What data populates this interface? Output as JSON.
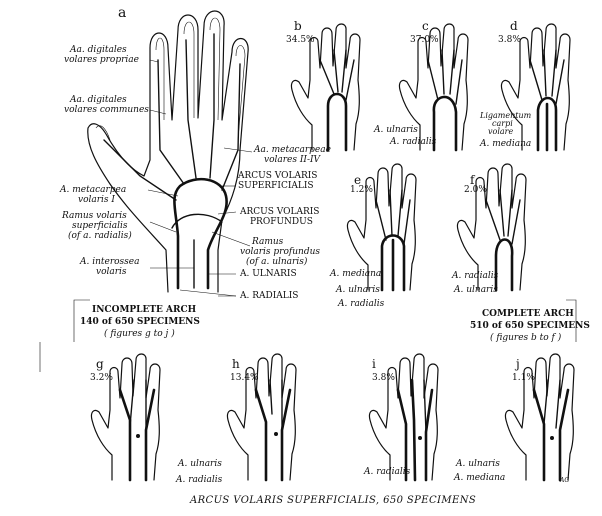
{
  "figure": {
    "caption": "ARCUS VOLARIS SUPERFICIALIS, 650 SPECIMENS",
    "signature": "AG"
  },
  "panel_a": {
    "letter": "a",
    "labels": {
      "digitales_propriae_1": "Aa. digitales",
      "digitales_propriae_2": "volares propriae",
      "digitales_communes_1": "Aa. digitales",
      "digitales_communes_2": "volares communes",
      "metacarpeae_1": "Aa. metacarpeae",
      "metacarpeae_2": "volares II-IV",
      "arcus_superficialis_1": "ARCUS VOLARIS",
      "arcus_superficialis_2": "SUPERFICIALIS",
      "metacarpea_1": "A. metacarpea",
      "metacarpea_2": "volaris I",
      "arcus_profundus_1": "ARCUS VOLARIS",
      "arcus_profundus_2": "PROFUNDUS",
      "ramus_sup_1": "Ramus volaris",
      "ramus_sup_2": "superficialis",
      "ramus_sup_3": "(of a. radialis)",
      "ramus_prof_1": "Ramus",
      "ramus_prof_2": "volaris profundus",
      "ramus_prof_3": "(of a. ulnaris)",
      "interossea_1": "A. interossea",
      "interossea_2": "volaris",
      "ulnaris": "A. ULNARIS",
      "radialis": "A. RADIALIS"
    }
  },
  "panels": {
    "b": {
      "letter": "b",
      "percent": "34.5%",
      "labels": [
        "A. ulnaris",
        "A. radialis"
      ]
    },
    "c": {
      "letter": "c",
      "percent": "37.0%"
    },
    "d": {
      "letter": "d",
      "percent": "3.8%",
      "labels": [
        "Ligamentum",
        "carpi",
        "volare",
        "A. mediana"
      ]
    },
    "e": {
      "letter": "e",
      "percent": "1.2%",
      "labels": [
        "A. mediana",
        "A. ulnaris",
        "A. radialis"
      ]
    },
    "f": {
      "letter": "f",
      "percent": "2.0%",
      "labels": [
        "A. radialis",
        "A. ulnaris"
      ]
    },
    "g": {
      "letter": "g",
      "percent": "3.2%",
      "labels": [
        "A. ulnaris",
        "A. radialis"
      ]
    },
    "h": {
      "letter": "h",
      "percent": "13.4%"
    },
    "i": {
      "letter": "i",
      "percent": "3.8%",
      "labels": [
        "A. ulnaris",
        "A. radialis",
        "A. mediana"
      ]
    },
    "j": {
      "letter": "j",
      "percent": "1.1%"
    }
  },
  "groups": {
    "incomplete": {
      "title": "INCOMPLETE ARCH",
      "count": "140 of 650 SPECIMENS",
      "note": "( figures g to j )"
    },
    "complete": {
      "title": "COMPLETE ARCH",
      "count": "510 of 650 SPECIMENS",
      "note": "( figures b to f )"
    }
  }
}
